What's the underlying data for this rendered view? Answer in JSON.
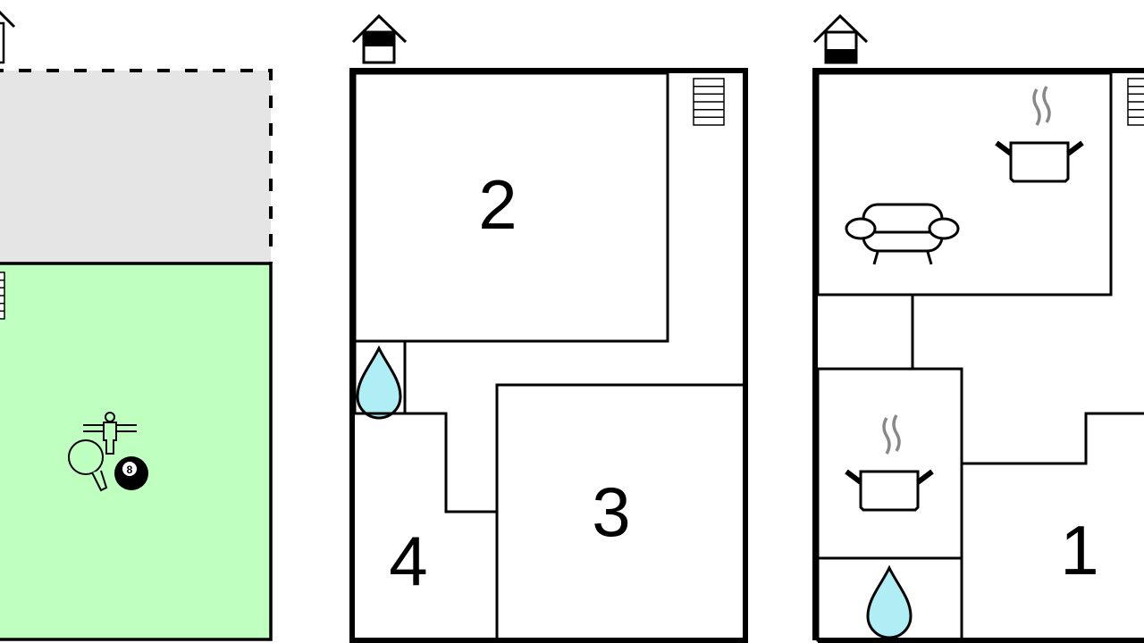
{
  "floors": [
    {
      "name": "basement",
      "rooms": [],
      "symbols": [
        "table-tennis",
        "foosball",
        "billiards"
      ],
      "ball_label": "8"
    },
    {
      "name": "upper-floor",
      "rooms": [
        {
          "label": "2"
        },
        {
          "label": "3"
        },
        {
          "label": "4"
        }
      ]
    },
    {
      "name": "ground-floor",
      "rooms": [
        {
          "label": "1"
        }
      ]
    }
  ],
  "colors": {
    "game_room": "#bfffbf",
    "unbuilt_area": "#e5e5e5",
    "water": "#b0eef5",
    "steam": "#888888"
  }
}
